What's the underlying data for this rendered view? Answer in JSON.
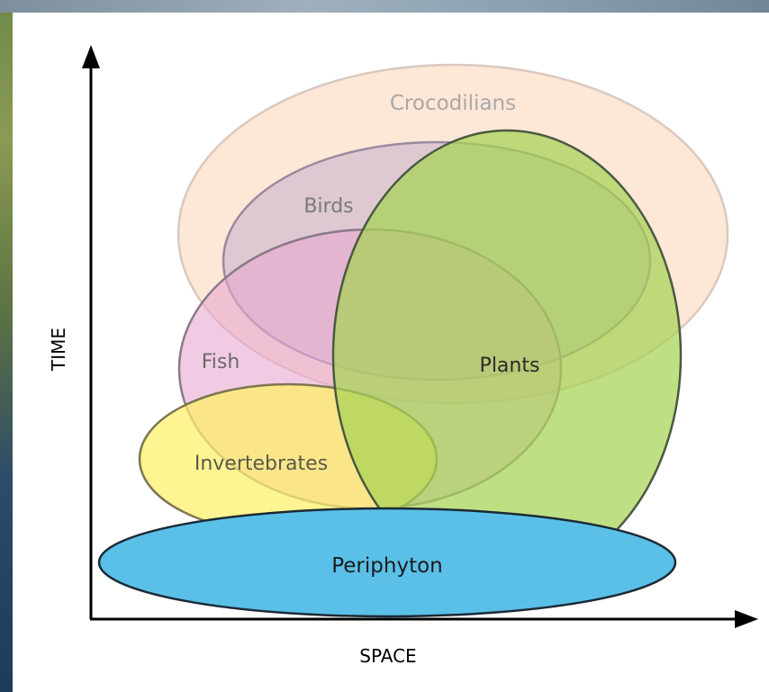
{
  "axes": {
    "y_label": "TIME",
    "x_label": "SPACE"
  },
  "groups": {
    "crocodilians": "Crocodilians",
    "birds": "Birds",
    "fish": "Fish",
    "plants": "Plants",
    "invertebrates": "Invertebrates",
    "periphyton": "Periphyton"
  },
  "colors": {
    "crocodilians": "#fde3cf",
    "birds": "#c9b4cf",
    "fish": "#e7a9d0",
    "plants": "#a6d255",
    "invertebrates": "#fdf067",
    "periphyton": "#5bc0e8",
    "axis": "#000000"
  }
}
